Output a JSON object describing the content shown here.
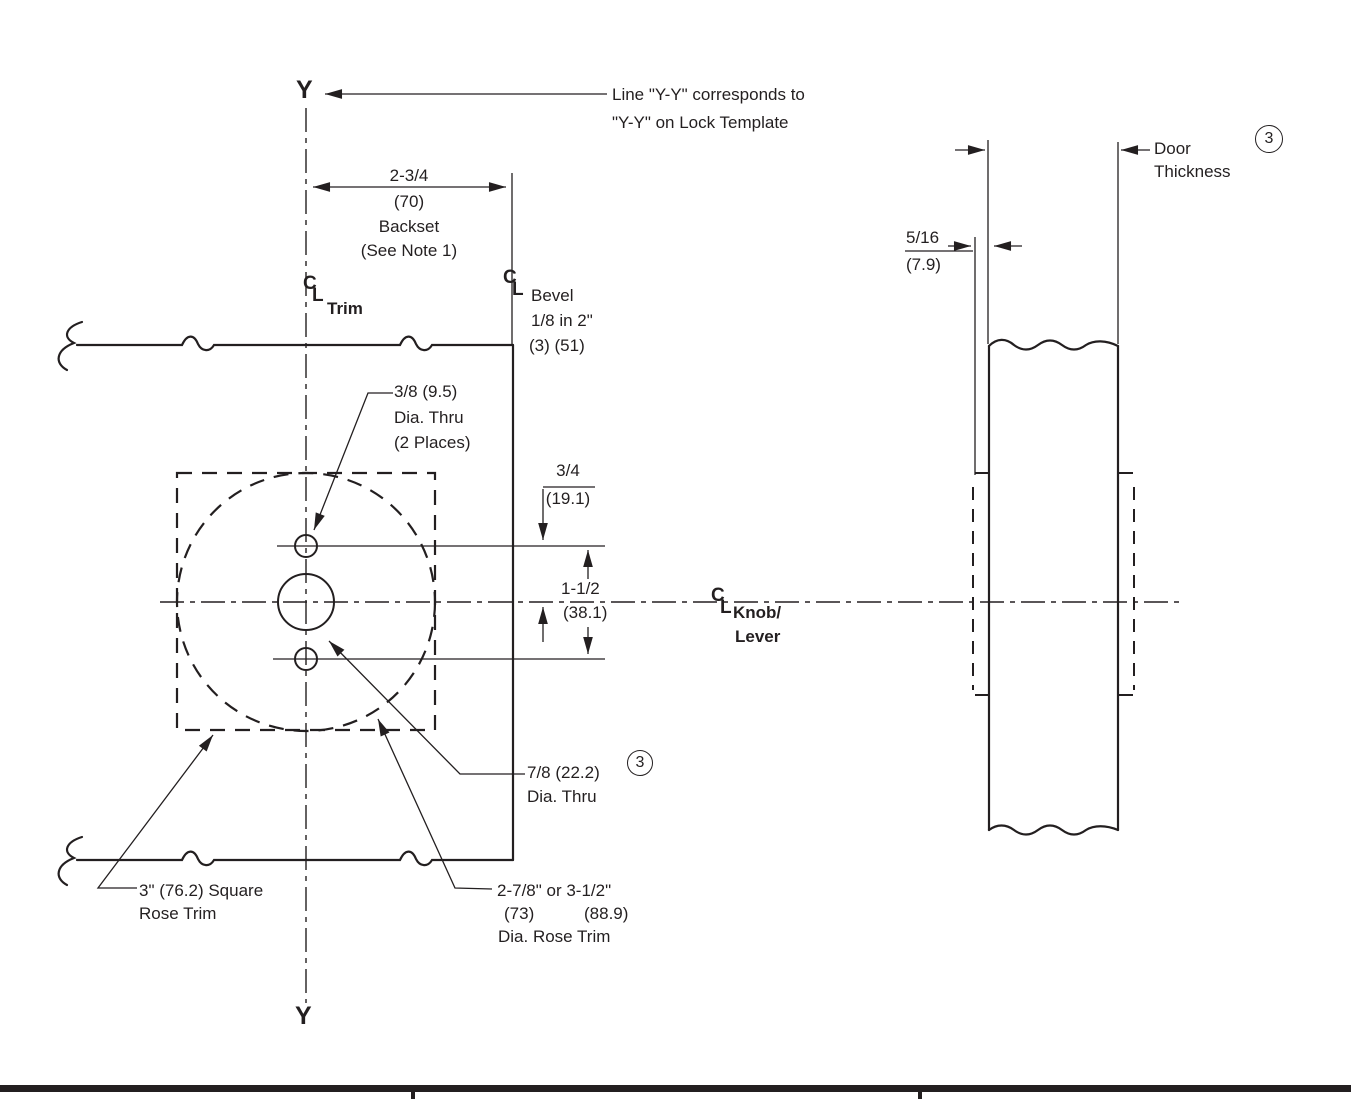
{
  "drawing": {
    "face_view": {
      "y_top": "Y",
      "y_bottom": "Y",
      "y_note": {
        "line1": "Line \"Y-Y\" corresponds to",
        "line2": "\"Y-Y\" on Lock Template"
      },
      "backset": {
        "imperial": "2-3/4",
        "metric": "(70)",
        "label": "Backset",
        "note": "(See Note 1)"
      },
      "cl_trim": {
        "c": "C",
        "l": "L",
        "label": "Trim"
      },
      "cl_bevel": {
        "c": "C",
        "l": "L",
        "line1": "Bevel",
        "line2": "1/8 in 2\"",
        "line3": "(3) (51)"
      },
      "hole_3_8": {
        "line1": "3/8 (9.5)",
        "line2": "Dia. Thru",
        "line3": "(2 Places)"
      },
      "dim_3_4": {
        "imperial": "3/4",
        "metric": "(19.1)"
      },
      "dim_1_1_2": {
        "imperial": "1-1/2",
        "metric": "(38.1)"
      },
      "cl_knob_lever": {
        "c": "C",
        "l": "L",
        "line1": "Knob/",
        "line2": "Lever"
      },
      "hole_7_8": {
        "line1": "7/8 (22.2)",
        "line2": "Dia. Thru",
        "note_ref": "3"
      },
      "square_rose_trim": {
        "line1": "3\" (76.2) Square",
        "line2": "Rose Trim"
      },
      "dia_rose_trim": {
        "line1": "2-7/8\" or 3-1/2\"",
        "metric_small": "(73)",
        "metric_large": "(88.9)",
        "line2": "Dia. Rose Trim"
      }
    },
    "edge_view": {
      "dim_5_16": {
        "imperial": "5/16",
        "metric": "(7.9)"
      },
      "door_thickness": {
        "line1": "Door",
        "line2": "Thickness",
        "note_ref": "3"
      }
    }
  }
}
